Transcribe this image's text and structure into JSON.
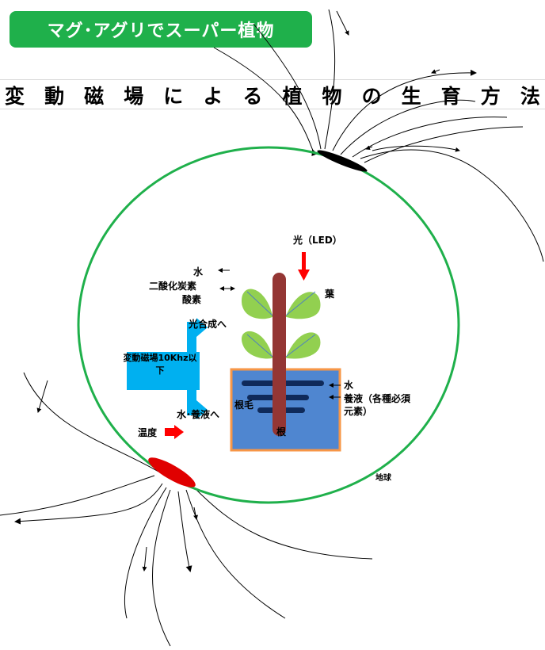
{
  "banner": {
    "text": "マグ･アグリでスーパー植物"
  },
  "title": {
    "chars": [
      "変",
      "動",
      "磁",
      "場",
      "に",
      "よ",
      "る",
      "植",
      "物",
      "の",
      "生",
      "育",
      "方",
      "法"
    ]
  },
  "labels": {
    "light": "光（LED）",
    "water_top": "水",
    "co2": "二酸化炭素",
    "oxygen": "酸素",
    "leaf": "葉",
    "photosynthesis": "光合成へ",
    "magnetic_field": "変動磁場10Khz以下",
    "water_nutrient": "水･養液へ",
    "temperature": "温度",
    "root_hair": "根毛",
    "water_tank": "水",
    "nutrient": "養液（各種必須元素）",
    "root": "根",
    "earth": "地球"
  },
  "colors": {
    "banner": "#1fb04b",
    "earth_circle": "#1fb04b",
    "stem": "#943634",
    "leaf": "#92d050",
    "tank_fill": "#4f86d0",
    "tank_border": "#f79646",
    "root_hair": "#0f2a5a",
    "arrow_blue": "#00b0f0",
    "arrow_red": "#ff0000",
    "north_pole": "#000000",
    "south_pole": "#e00000"
  },
  "icons": [
    "magnetic-field-line-icon",
    "leaf-icon",
    "light-arrow-icon",
    "temperature-arrow-icon",
    "water-arrow-icon"
  ]
}
